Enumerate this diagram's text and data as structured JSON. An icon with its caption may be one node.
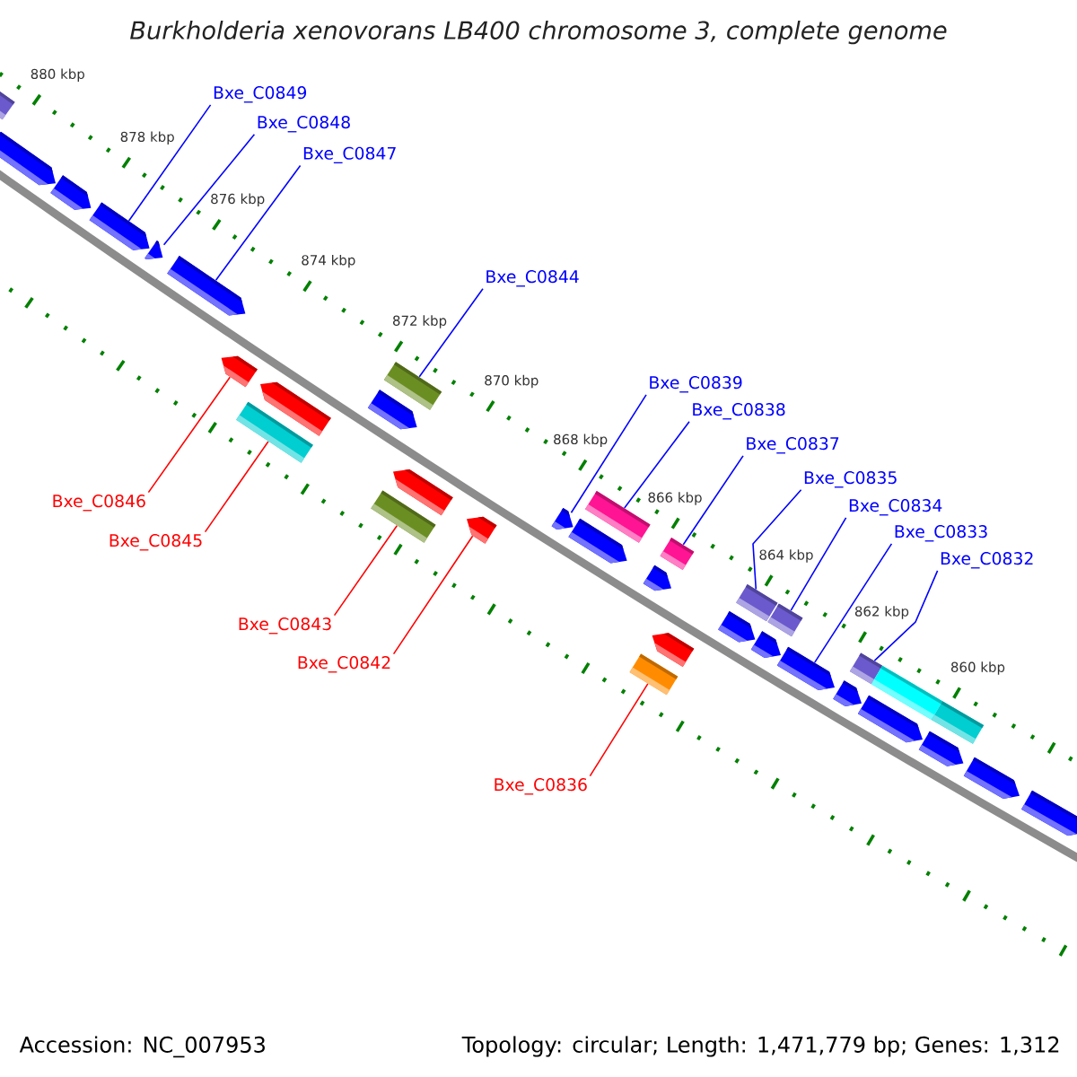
{
  "diagram": {
    "title": "Burkholderia xenovorans LB400 chromosome 3, complete genome",
    "nodes": [
      {
        "text": [
          "Bxe_C0849"
        ]
      },
      {
        "text": [
          "Bxe_C0848"
        ]
      },
      {
        "text": [
          "Bxe_C0847"
        ]
      },
      {
        "text": [
          "Bxe_C0844"
        ]
      },
      {
        "text": [
          "Bxe_C0839"
        ]
      },
      {
        "text": [
          "Bxe_C0838"
        ]
      },
      {
        "text": [
          "Bxe_C0837"
        ]
      },
      {
        "text": [
          "Bxe_C0835"
        ]
      },
      {
        "text": [
          "Bxe_C0846"
        ]
      },
      {
        "text": [
          "Bxe_C0834"
        ]
      },
      {
        "text": [
          "Bxe_C0833"
        ]
      },
      {
        "text": [
          "Bxe_C0845"
        ]
      },
      {
        "text": [
          "Bxe_C0832"
        ]
      },
      {
        "text": [
          "Bxe_C0843"
        ]
      },
      {
        "text": [
          "Bxe_C0842"
        ]
      },
      {
        "text": [
          "Bxe_C0836"
        ]
      },
      {
        "text": [],
        "shape": "box"
      },
      {
        "text": [],
        "shape": "pentagon"
      },
      {
        "text": [],
        "shape": "pentagon"
      },
      {
        "text": [],
        "shape": "pentagon"
      },
      {
        "text": [],
        "shape": "pentagon"
      },
      {
        "text": [],
        "shape": "pentagon"
      },
      {
        "text": [],
        "shape": "pentagon"
      },
      {
        "text": [],
        "shape": "box"
      },
      {
        "text": [],
        "shape": "pentagon"
      },
      {
        "text": [],
        "shape": "pentagon"
      },
      {
        "text": [],
        "shape": "box"
      },
      {
        "text": [],
        "shape": "box"
      },
      {
        "text": [],
        "shape": "pentagon"
      },
      {
        "text": [],
        "shape": "pentagon"
      },
      {
        "text": [],
        "shape": "pentagon"
      },
      {
        "text": [],
        "shape": "pentagon"
      },
      {
        "text": [],
        "shape": "box"
      },
      {
        "text": [],
        "shape": "box"
      },
      {
        "text": [],
        "shape": "pentagon"
      },
      {
        "text": [],
        "shape": "pentagon"
      },
      {
        "text": [],
        "shape": "box"
      },
      {
        "text": [],
        "shape": "pentagon"
      },
      {
        "text": [],
        "shape": "box"
      },
      {
        "text": [],
        "shape": "pentagon"
      },
      {
        "text": [],
        "shape": "box"
      },
      {
        "text": [],
        "shape": "pentagon"
      },
      {
        "text": [],
        "shape": "pentagon"
      },
      {
        "text": [],
        "shape": "box"
      },
      {
        "text": [],
        "shape": "pentagon"
      },
      {
        "text": [],
        "shape": "box"
      },
      {
        "text": [],
        "shape": "pentagon"
      },
      {
        "text": [],
        "shape": "box"
      },
      {
        "text": [],
        "shape": "pentagon"
      },
      {
        "text": [],
        "shape": "pentagon"
      }
    ],
    "edges": [
      {
        "from": 0,
        "to": 19,
        "arrow": "none"
      },
      {
        "from": 1,
        "to": 20,
        "arrow": "none"
      },
      {
        "from": 2,
        "to": 21,
        "arrow": "none"
      },
      {
        "from": 3,
        "to": 27,
        "arrow": "none"
      },
      {
        "from": 4,
        "to": 30,
        "arrow": "none"
      },
      {
        "from": 5,
        "to": 32,
        "arrow": "none"
      },
      {
        "from": 6,
        "to": 36,
        "arrow": "none"
      },
      {
        "from": 7,
        "to": 38,
        "arrow": "none"
      },
      {
        "from": 8,
        "to": 22,
        "arrow": "none",
        "color": "#ff0000"
      },
      {
        "from": 9,
        "to": 40,
        "arrow": "none"
      },
      {
        "from": 10,
        "to": 41,
        "arrow": "none"
      },
      {
        "from": 11,
        "to": 23,
        "arrow": "none",
        "color": "#ff0000"
      },
      {
        "from": 12,
        "to": 43,
        "arrow": "none"
      },
      {
        "from": 13,
        "to": 26,
        "arrow": "none",
        "color": "#ff0000"
      },
      {
        "from": 14,
        "to": 29,
        "arrow": "none",
        "color": "#ff0000"
      },
      {
        "from": 15,
        "to": 33,
        "arrow": "none",
        "color": "#ff0000"
      }
    ],
    "labels": [
      "880 kbp",
      "878 kbp",
      "876 kbp",
      "874 kbp",
      "872 kbp",
      "870 kbp",
      "868 kbp",
      "866 kbp",
      "864 kbp",
      "862 kbp",
      "860 kbp",
      "Accession: NC_007953",
      "Topology: circular; Length: 1,471,779 bp; Genes: 1,312"
    ]
  }
}
